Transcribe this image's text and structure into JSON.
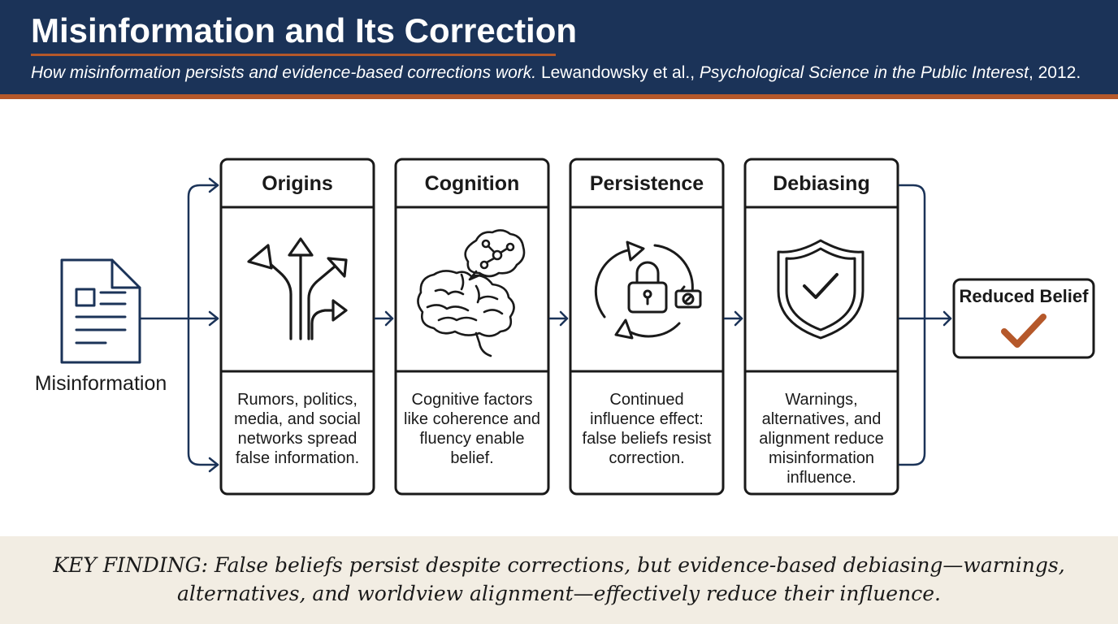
{
  "header": {
    "title": "Misinformation and Its Correction",
    "subtitle_italic": "How misinformation persists and evidence-based corrections work.",
    "subtitle_authors": " Lewandowsky et al., ",
    "subtitle_journal": "Psychological Science in the Public Interest",
    "subtitle_year": ", 2012."
  },
  "input": {
    "label": "Misinformation",
    "icon": "document-icon"
  },
  "stages": [
    {
      "title": "Origins",
      "icon": "diverging-arrows-icon",
      "description": "Rumors, politics, media, and social networks spread false information."
    },
    {
      "title": "Cognition",
      "icon": "brain-thought-icon",
      "description": "Cognitive factors like coherence and fluency enable belief."
    },
    {
      "title": "Persistence",
      "icon": "locked-cycle-icon",
      "description": "Continued influence effect: false beliefs resist correction."
    },
    {
      "title": "Debiasing",
      "icon": "shield-check-icon",
      "description": "Warnings, alternatives, and alignment reduce misinformation influence."
    }
  ],
  "output": {
    "label": "Reduced Belief",
    "icon": "checkmark-icon"
  },
  "footer": {
    "finding": "KEY FINDING: False beliefs persist despite corrections, but evidence-based debiasing—warnings, alternatives, and worldview alignment—effectively reduce their influence."
  },
  "colors": {
    "navy": "#1b3358",
    "accent": "#b5582a",
    "ink": "#1a1a1a",
    "cream": "#f2ede3"
  }
}
